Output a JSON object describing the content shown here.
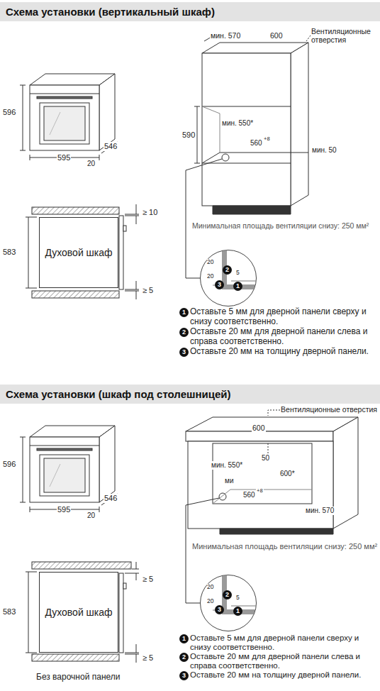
{
  "diagram": {
    "nodes": [
      {
        "text": [
          "Схема установки (вертикальный шкаф)"
        ]
      },
      {
        "text": [
          "Духовой шкаф"
        ]
      },
      {
        "text": [
          "20",
          "20",
          "5"
        ]
      },
      {
        "text": [
          "2"
        ],
        "in": 2
      },
      {
        "text": [
          "3"
        ],
        "in": 2
      },
      {
        "text": [
          "1"
        ],
        "in": 2
      },
      {
        "text": [
          "1"
        ]
      },
      {
        "text": [
          "2"
        ]
      },
      {
        "text": [
          "3"
        ]
      },
      {
        "text": [
          "Схема установки (шкаф под столешницей)"
        ]
      },
      {
        "text": [
          "Духовой шкаф"
        ]
      },
      {
        "text": [
          "20",
          "20",
          "5"
        ]
      },
      {
        "text": [
          "2"
        ],
        "in": 11
      },
      {
        "text": [
          "3"
        ],
        "in": 11
      },
      {
        "text": [
          "1"
        ],
        "in": 11
      },
      {
        "text": [
          "1"
        ]
      },
      {
        "text": [
          "2"
        ]
      },
      {
        "text": [
          "3"
        ]
      }
    ],
    "labels": [
      "596",
      "595",
      "546",
      "20",
      "583",
      "≥ 10",
      "≥ 5",
      "мин. 570",
      "600",
      "Вентиляционные отверстия",
      "590",
      "мин. 550*",
      "560",
      "+8",
      "мин. 50",
      "Минимальная площадь вентиляции снизу: 250 мм²",
      "Оставьте 5 мм для дверной панели сверху и снизу соответственно.",
      "Оставьте 20 мм для дверной панели слева и справа соответственно.",
      "Оставьте 20 мм на толщину дверной панели.",
      "596",
      "595",
      "546",
      "20",
      "Вентиляционные отверстия",
      "600",
      "мин. 550*",
      "50",
      "ми",
      "600*",
      "560",
      "+8",
      "мин. 570",
      "Минимальная площадь вентиляции снизу: 250 мм²",
      "583",
      "≥ 5",
      "≥ 5",
      "Без варочной панели",
      "Оставьте 5 мм для дверной панели сверху и снизу соответственно.",
      "Оставьте 20 мм для дверной панели слева и справа соответственно.",
      "Оставьте 20 мм на толщину дверной панели."
    ]
  }
}
